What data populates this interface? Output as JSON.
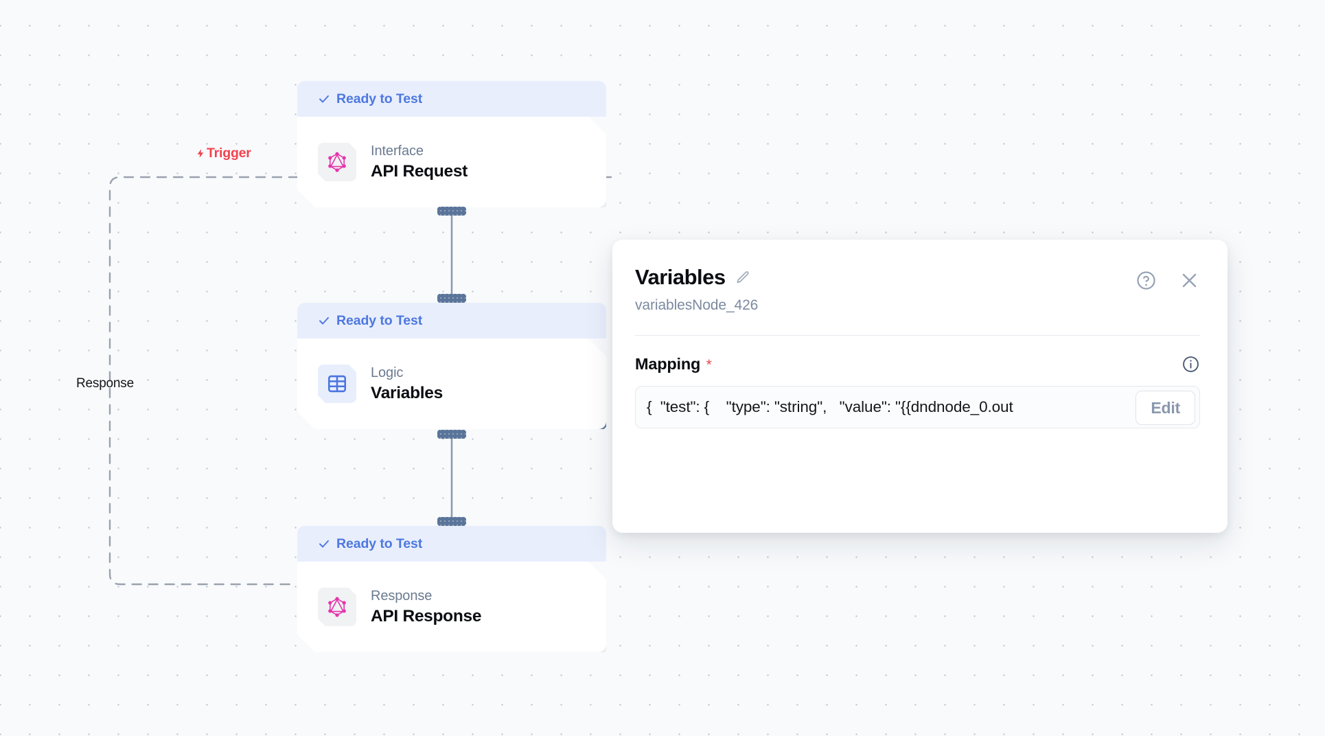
{
  "canvas": {
    "trigger_label": "Trigger",
    "response_label": "Response",
    "accent_red": "#f4414e",
    "accent_blue": "#4e78e0",
    "handle_color": "#5a7599"
  },
  "nodes": [
    {
      "status": "Ready to Test",
      "kind": "Interface",
      "title": "API Request",
      "icon": "graphql-icon",
      "selected": false
    },
    {
      "status": "Ready to Test",
      "kind": "Logic",
      "title": "Variables",
      "icon": "table-grid-icon",
      "selected": true
    },
    {
      "status": "Ready to Test",
      "kind": "Response",
      "title": "API Response",
      "icon": "graphql-icon",
      "selected": false
    }
  ],
  "panel": {
    "title": "Variables",
    "subtitle": "variablesNode_426",
    "edit_name_icon": "pencil-icon",
    "help_icon": "help-circle-icon",
    "close_icon": "close-icon",
    "mapping": {
      "label": "Mapping",
      "required_marker": "*",
      "info_icon": "info-circle-icon",
      "value": "{  \"test\": {    \"type\": \"string\",   \"value\": \"{{dndnode_0.out",
      "edit_label": "Edit"
    }
  }
}
